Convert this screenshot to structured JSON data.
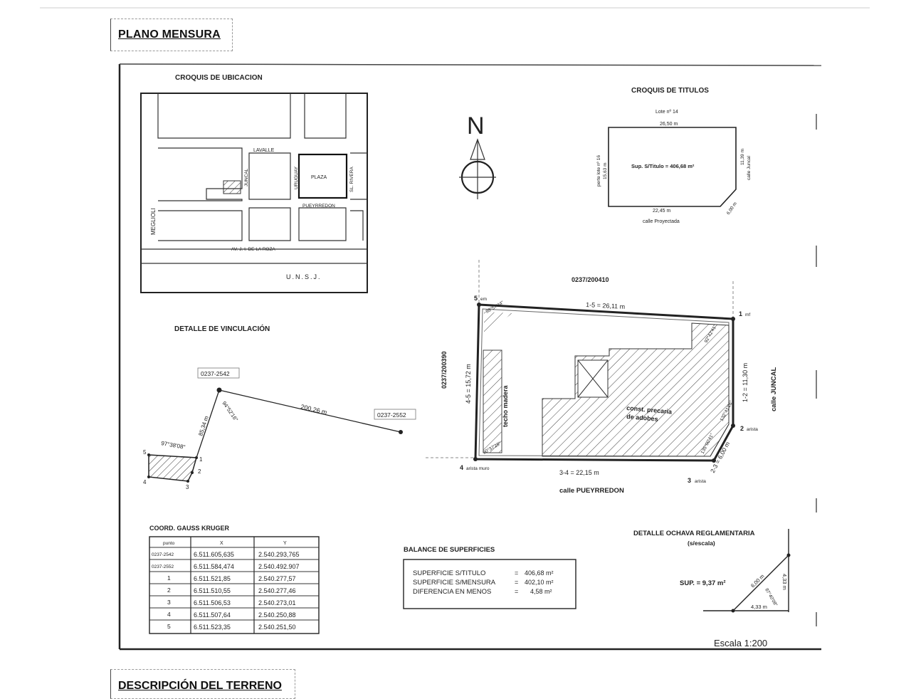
{
  "header": {
    "title": "PLANO MENSURA",
    "next_section": "DESCRIPCIÓN DEL TERRENO"
  },
  "ubicacion": {
    "title": "CROQUIS DE UBICACION",
    "streets": {
      "lavalle": "LAVALLE",
      "juncal": "JUNCAL",
      "uruguay": "URUGUAY",
      "sl_rivera": "SL. RIVERA",
      "pueyrredon": "PUEYRREDON",
      "meglioli": "MEGLIOLI",
      "avenida": "AV. J. I. DE LA ROZA"
    },
    "plaza": "PLAZA",
    "unsj": "U.N.S.J."
  },
  "north": "N",
  "titulos": {
    "title": "CROQUIS DE TITULOS",
    "lote": "Lote nº 14",
    "top": "26,50 m",
    "left_label": "perte lote nº 16",
    "left_value": "15,63 m",
    "right_value": "11,39 m",
    "right_street": "calle Juncal",
    "diag": "6,00 m",
    "bottom": "22,45 m",
    "bottom_street": "calle Proyectada",
    "sup": "Sup. S/Titulo = 406,68 m²"
  },
  "vinculacion": {
    "title": "DETALLE DE VINCULACIÓN",
    "p1": "0237-2542",
    "p2": "0237-2552",
    "dist": "200,26 m",
    "dist_short": "85,34 m",
    "angle_top": "94°52'16\"",
    "angle_left": "97°38'08\"",
    "n1": "1",
    "n2": "2",
    "n3": "3",
    "n4": "4",
    "n5": "5"
  },
  "mensura": {
    "parcel_top": "0237/200410",
    "parcel_left": "0237/200390",
    "side_15": "1-5 = 26,11 m",
    "side_12": "1-2 = 11,30 m",
    "side_45": "4-5 = 15,72 m",
    "side_34": "3-4 = 22,15 m",
    "side_23": "2-3 = 6,00 m",
    "v1": "1",
    "v1_note": "mf",
    "v2": "2",
    "v2_note": "arista",
    "v3": "3",
    "v3_note": "arista",
    "v4": "4",
    "v4_note": "arista muro",
    "v5": "5",
    "v5_note": "em",
    "ang5": "88°57'44\"",
    "ang1": "92°42'41\"",
    "ang2": "132°41'26\"",
    "ang3": "135°00'41\"",
    "ang4": "90°37'28\"",
    "street_right": "calle JUNCAL",
    "street_bottom": "calle PUEYRREDON",
    "techo": "techo madera",
    "const_line1": "const. precaria",
    "const_line2": "de adobes"
  },
  "coords": {
    "title": "COORD. GAUSS KRUGER",
    "headers": [
      "punto",
      "X",
      "Y"
    ],
    "rows": [
      [
        "0237-2542",
        "6.511.605,635",
        "2.540.293,765"
      ],
      [
        "0237-2552",
        "6.511.584,474",
        "2.540.492.907"
      ],
      [
        "1",
        "6.511.521,85",
        "2.540.277,57"
      ],
      [
        "2",
        "6.511.510,55",
        "2.540.277,46"
      ],
      [
        "3",
        "6.511.506,53",
        "2.540.273,01"
      ],
      [
        "4",
        "6.511.507,64",
        "2.540.250,88"
      ],
      [
        "5",
        "6.511.523,35",
        "2.540.251,50"
      ]
    ]
  },
  "balance": {
    "title": "BALANCE DE SUPERFICIES",
    "rows": [
      [
        "SUPERFICIE S/TITULO",
        "=",
        "406,68 m²"
      ],
      [
        "SUPERFICIE S/MENSURA",
        "=",
        "402,10 m²"
      ],
      [
        "DIFERENCIA EN MENOS",
        "=",
        "4,58 m²"
      ]
    ]
  },
  "ochava": {
    "title": "DETALLE OCHAVA REGLAMENTARIA",
    "subtitle": "(s/escala)",
    "sup": "SUP. = 9,37 m²",
    "diag": "6,00 m",
    "vert": "4,33 m",
    "horiz": "4,33 m",
    "angle": "87°40'08\""
  },
  "escala": "Escala 1:200"
}
